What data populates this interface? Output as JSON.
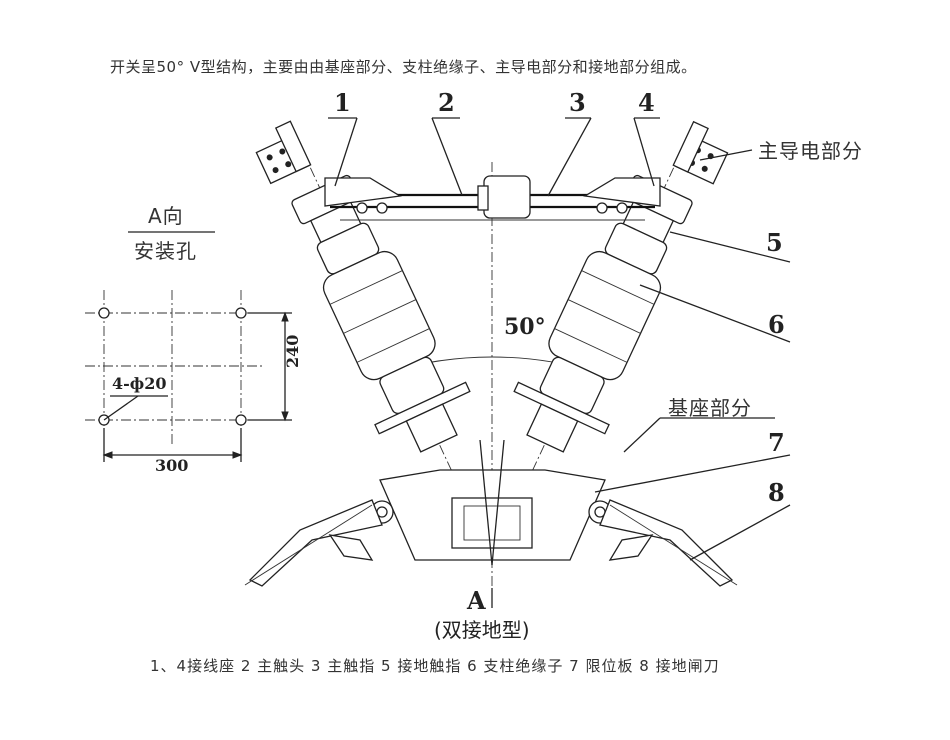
{
  "intro_text": "开关呈50° V型结构，主要由由基座部分、支柱绝缘子、主导电部分和接地部分组成。",
  "legend_text": "1、4接线座  2 主触头  3 主触指  5 接地触指  6 支柱绝缘子  7 限位板  8 接地闸刀",
  "callouts": [
    "1",
    "2",
    "3",
    "4",
    "5",
    "6",
    "7",
    "8"
  ],
  "labels": {
    "main_conductive": "主导电部分",
    "base": "基座部分",
    "angle": "50°"
  },
  "mounting": {
    "title": "A向",
    "subtitle": "安装孔",
    "hole_spec": "4-ф20",
    "width_dim": "300",
    "height_dim": "240"
  },
  "view": {
    "letter": "A",
    "variant": "(双接地型)"
  }
}
